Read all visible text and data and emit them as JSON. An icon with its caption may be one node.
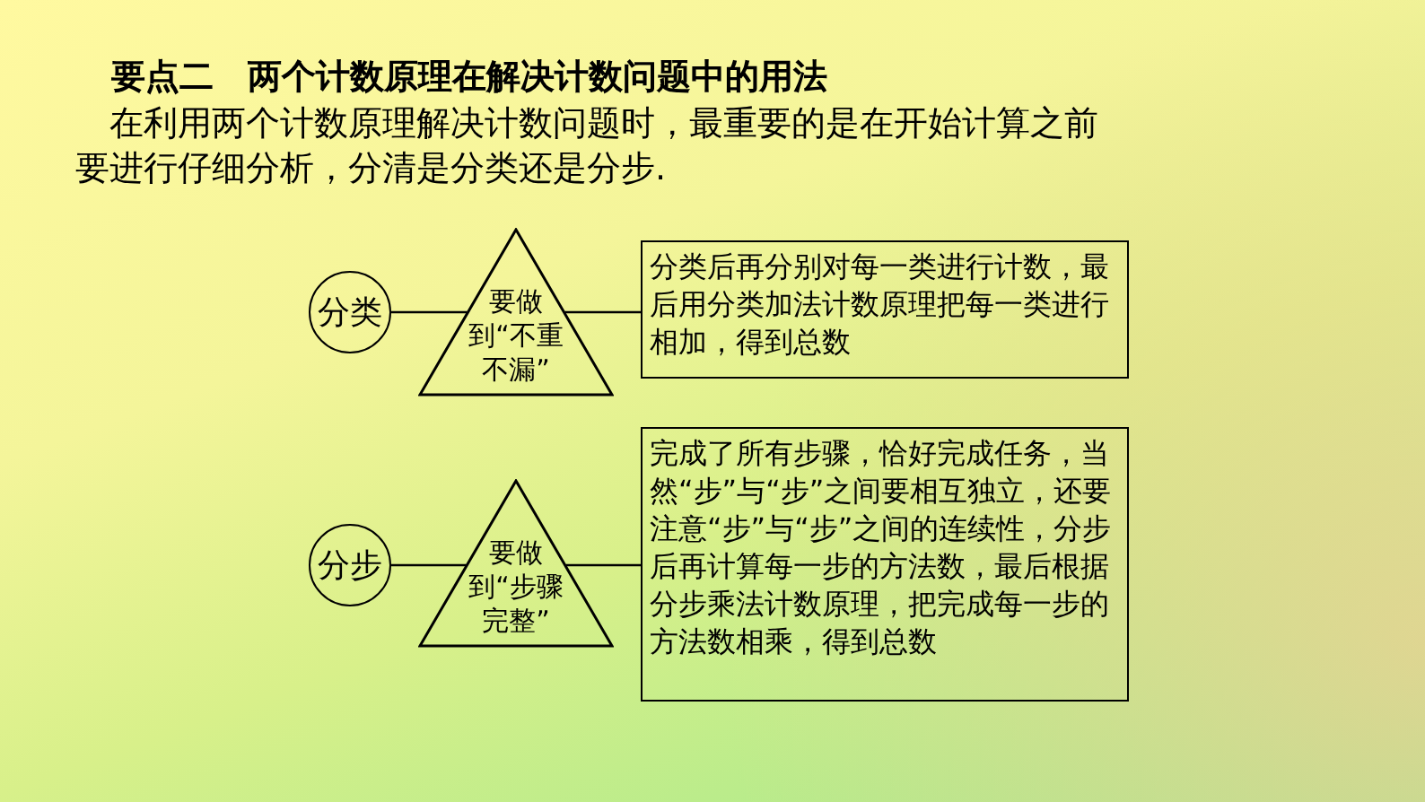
{
  "diagram": {
    "title": "要点二　两个计数原理在解决计数问题中的用法",
    "labels": [
      "在利用两个计数原理解决计数问题时，最重要的是在开始计算之前要进行仔细分析，分清是分类还是分步."
    ],
    "nodes": [
      {
        "text": [
          "分类"
        ]
      },
      {
        "text": [
          "要做到“不重不漏”"
        ]
      },
      {
        "text": [
          "分类后再分别对每一类进行计数，最后用分类加法计数原理把每一类进行相加，得到总数"
        ]
      },
      {
        "text": [
          "分步"
        ]
      },
      {
        "text": [
          "要做到“步骤完整”"
        ]
      },
      {
        "text": [
          "完成了所有步骤，恰好完成任务，当然“步”与“步”之间要相互独立，还要注意“步”与“步”之间的连续性，分步后再计算每一步的方法数，最后根据分步乘法计数原理，把完成每一步的方法数相乘，得到总数"
        ]
      }
    ],
    "edges": [
      {
        "from": 0,
        "to": 1,
        "arrow": "none"
      },
      {
        "from": 1,
        "to": 2,
        "arrow": "none"
      },
      {
        "from": 3,
        "to": 4,
        "arrow": "none"
      },
      {
        "from": 4,
        "to": 5,
        "arrow": "none"
      }
    ]
  }
}
